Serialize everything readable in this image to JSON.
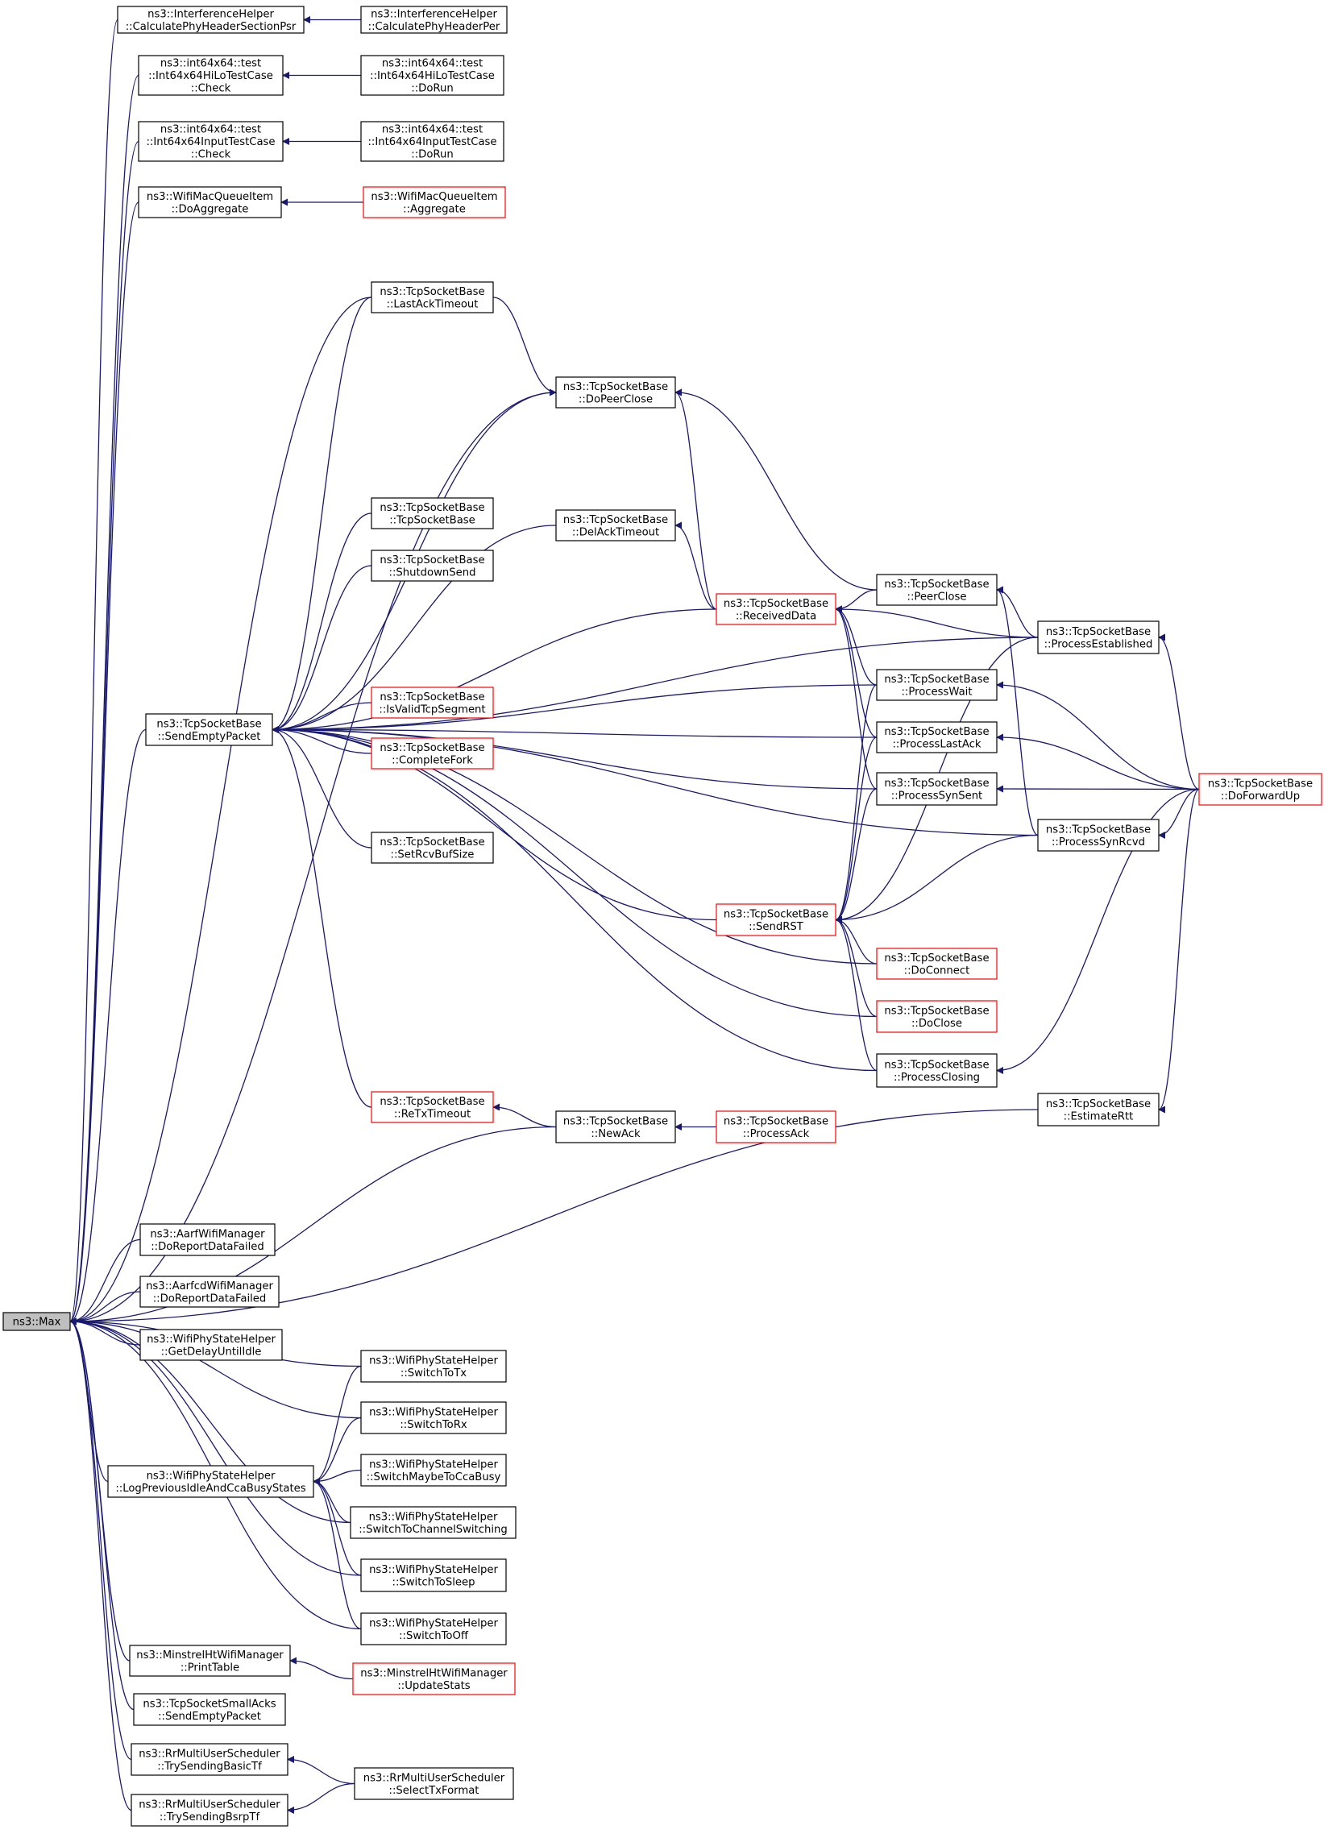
{
  "colors": {
    "edge": "#191970",
    "node_border": "#000000",
    "node_border_truncated": "#ff0000",
    "root_fill": "#bfbfbf",
    "node_fill": "#ffffff"
  },
  "graph": {
    "root": {
      "id": "max",
      "lines": [
        "ns3::Max"
      ],
      "style": "root"
    },
    "nodes": [
      {
        "id": "ih_psr",
        "lines": [
          "ns3::InterferenceHelper",
          "::CalculatePhyHeaderSectionPsr"
        ],
        "style": "normal"
      },
      {
        "id": "ih_per",
        "lines": [
          "ns3::InterferenceHelper",
          "::CalculatePhyHeaderPer"
        ],
        "style": "normal"
      },
      {
        "id": "hilo_check",
        "lines": [
          "ns3::int64x64::test",
          "::Int64x64HiLoTestCase",
          "::Check"
        ],
        "style": "normal"
      },
      {
        "id": "hilo_run",
        "lines": [
          "ns3::int64x64::test",
          "::Int64x64HiLoTestCase",
          "::DoRun"
        ],
        "style": "normal"
      },
      {
        "id": "input_check",
        "lines": [
          "ns3::int64x64::test",
          "::Int64x64InputTestCase",
          "::Check"
        ],
        "style": "normal"
      },
      {
        "id": "input_run",
        "lines": [
          "ns3::int64x64::test",
          "::Int64x64InputTestCase",
          "::DoRun"
        ],
        "style": "normal"
      },
      {
        "id": "wmq_doagg",
        "lines": [
          "ns3::WifiMacQueueItem",
          "::DoAggregate"
        ],
        "style": "normal"
      },
      {
        "id": "wmq_agg",
        "lines": [
          "ns3::WifiMacQueueItem",
          "::Aggregate"
        ],
        "style": "truncated"
      },
      {
        "id": "lastack",
        "lines": [
          "ns3::TcpSocketBase",
          "::LastAckTimeout"
        ],
        "style": "normal"
      },
      {
        "id": "peerclose_do",
        "lines": [
          "ns3::TcpSocketBase",
          "::DoPeerClose"
        ],
        "style": "normal"
      },
      {
        "id": "ctor",
        "lines": [
          "ns3::TcpSocketBase",
          "::TcpSocketBase"
        ],
        "style": "normal"
      },
      {
        "id": "delack",
        "lines": [
          "ns3::TcpSocketBase",
          "::DelAckTimeout"
        ],
        "style": "normal"
      },
      {
        "id": "shutdown",
        "lines": [
          "ns3::TcpSocketBase",
          "::ShutdownSend"
        ],
        "style": "normal"
      },
      {
        "id": "recvdata",
        "lines": [
          "ns3::TcpSocketBase",
          "::ReceivedData"
        ],
        "style": "truncated"
      },
      {
        "id": "peerclose",
        "lines": [
          "ns3::TcpSocketBase",
          "::PeerClose"
        ],
        "style": "normal"
      },
      {
        "id": "procest",
        "lines": [
          "ns3::TcpSocketBase",
          "::ProcessEstablished"
        ],
        "style": "normal"
      },
      {
        "id": "sendempty",
        "lines": [
          "ns3::TcpSocketBase",
          "::SendEmptyPacket"
        ],
        "style": "normal"
      },
      {
        "id": "isvalid",
        "lines": [
          "ns3::TcpSocketBase",
          "::IsValidTcpSegment"
        ],
        "style": "truncated"
      },
      {
        "id": "completefork",
        "lines": [
          "ns3::TcpSocketBase",
          "::CompleteFork"
        ],
        "style": "truncated"
      },
      {
        "id": "procwait",
        "lines": [
          "ns3::TcpSocketBase",
          "::ProcessWait"
        ],
        "style": "normal"
      },
      {
        "id": "proclastack",
        "lines": [
          "ns3::TcpSocketBase",
          "::ProcessLastAck"
        ],
        "style": "normal"
      },
      {
        "id": "procsynsent",
        "lines": [
          "ns3::TcpSocketBase",
          "::ProcessSynSent"
        ],
        "style": "normal"
      },
      {
        "id": "forwardup",
        "lines": [
          "ns3::TcpSocketBase",
          "::DoForwardUp"
        ],
        "style": "truncated"
      },
      {
        "id": "setrcvbuf",
        "lines": [
          "ns3::TcpSocketBase",
          "::SetRcvBufSize"
        ],
        "style": "normal"
      },
      {
        "id": "procsynrcvd",
        "lines": [
          "ns3::TcpSocketBase",
          "::ProcessSynRcvd"
        ],
        "style": "normal"
      },
      {
        "id": "sendrst",
        "lines": [
          "ns3::TcpSocketBase",
          "::SendRST"
        ],
        "style": "truncated"
      },
      {
        "id": "doconnect",
        "lines": [
          "ns3::TcpSocketBase",
          "::DoConnect"
        ],
        "style": "truncated"
      },
      {
        "id": "doclose",
        "lines": [
          "ns3::TcpSocketBase",
          "::DoClose"
        ],
        "style": "truncated"
      },
      {
        "id": "procclosing",
        "lines": [
          "ns3::TcpSocketBase",
          "::ProcessClosing"
        ],
        "style": "normal"
      },
      {
        "id": "retx",
        "lines": [
          "ns3::TcpSocketBase",
          "::ReTxTimeout"
        ],
        "style": "truncated"
      },
      {
        "id": "estrtt",
        "lines": [
          "ns3::TcpSocketBase",
          "::EstimateRtt"
        ],
        "style": "normal"
      },
      {
        "id": "newack",
        "lines": [
          "ns3::TcpSocketBase",
          "::NewAck"
        ],
        "style": "normal"
      },
      {
        "id": "procack",
        "lines": [
          "ns3::TcpSocketBase",
          "::ProcessAck"
        ],
        "style": "truncated"
      },
      {
        "id": "aarf",
        "lines": [
          "ns3::AarfWifiManager",
          "::DoReportDataFailed"
        ],
        "style": "normal"
      },
      {
        "id": "aarfcd",
        "lines": [
          "ns3::AarfcdWifiManager",
          "::DoReportDataFailed"
        ],
        "style": "normal"
      },
      {
        "id": "getdelay",
        "lines": [
          "ns3::WifiPhyStateHelper",
          "::GetDelayUntilIdle"
        ],
        "style": "normal"
      },
      {
        "id": "sw_tx",
        "lines": [
          "ns3::WifiPhyStateHelper",
          "::SwitchToTx"
        ],
        "style": "normal"
      },
      {
        "id": "sw_rx",
        "lines": [
          "ns3::WifiPhyStateHelper",
          "::SwitchToRx"
        ],
        "style": "normal"
      },
      {
        "id": "logprev",
        "lines": [
          "ns3::WifiPhyStateHelper",
          "::LogPreviousIdleAndCcaBusyStates"
        ],
        "style": "normal"
      },
      {
        "id": "sw_cca",
        "lines": [
          "ns3::WifiPhyStateHelper",
          "::SwitchMaybeToCcaBusy"
        ],
        "style": "normal"
      },
      {
        "id": "sw_ch",
        "lines": [
          "ns3::WifiPhyStateHelper",
          "::SwitchToChannelSwitching"
        ],
        "style": "normal"
      },
      {
        "id": "sw_sleep",
        "lines": [
          "ns3::WifiPhyStateHelper",
          "::SwitchToSleep"
        ],
        "style": "normal"
      },
      {
        "id": "sw_off",
        "lines": [
          "ns3::WifiPhyStateHelper",
          "::SwitchToOff"
        ],
        "style": "normal"
      },
      {
        "id": "mht_print",
        "lines": [
          "ns3::MinstrelHtWifiManager",
          "::PrintTable"
        ],
        "style": "normal"
      },
      {
        "id": "mht_update",
        "lines": [
          "ns3::MinstrelHtWifiManager",
          "::UpdateStats"
        ],
        "style": "truncated"
      },
      {
        "id": "small_acks",
        "lines": [
          "ns3::TcpSocketSmallAcks",
          "::SendEmptyPacket"
        ],
        "style": "normal"
      },
      {
        "id": "rr_basic",
        "lines": [
          "ns3::RrMultiUserScheduler",
          "::TrySendingBasicTf"
        ],
        "style": "normal"
      },
      {
        "id": "rr_select",
        "lines": [
          "ns3::RrMultiUserScheduler",
          "::SelectTxFormat"
        ],
        "style": "normal"
      },
      {
        "id": "rr_bsrp",
        "lines": [
          "ns3::RrMultiUserScheduler",
          "::TrySendingBsrpTf"
        ],
        "style": "normal"
      }
    ],
    "edges": [
      [
        "max",
        "ih_psr"
      ],
      [
        "max",
        "hilo_check"
      ],
      [
        "max",
        "input_check"
      ],
      [
        "max",
        "wmq_doagg"
      ],
      [
        "max",
        "peerclose_do"
      ],
      [
        "max",
        "lastack"
      ],
      [
        "max",
        "sendempty"
      ],
      [
        "max",
        "newack"
      ],
      [
        "max",
        "estrtt"
      ],
      [
        "max",
        "aarf"
      ],
      [
        "max",
        "aarfcd"
      ],
      [
        "max",
        "getdelay"
      ],
      [
        "max",
        "sw_tx"
      ],
      [
        "max",
        "sw_rx"
      ],
      [
        "max",
        "logprev"
      ],
      [
        "max",
        "sw_ch"
      ],
      [
        "max",
        "sw_sleep"
      ],
      [
        "max",
        "sw_off"
      ],
      [
        "max",
        "mht_print"
      ],
      [
        "max",
        "small_acks"
      ],
      [
        "max",
        "rr_basic"
      ],
      [
        "max",
        "rr_bsrp"
      ],
      [
        "ih_psr",
        "ih_per"
      ],
      [
        "hilo_check",
        "hilo_run"
      ],
      [
        "input_check",
        "input_run"
      ],
      [
        "wmq_doagg",
        "wmq_agg"
      ],
      [
        "sendempty",
        "lastack"
      ],
      [
        "sendempty",
        "peerclose_do"
      ],
      [
        "sendempty",
        "ctor"
      ],
      [
        "sendempty",
        "delack"
      ],
      [
        "sendempty",
        "shutdown"
      ],
      [
        "sendempty",
        "recvdata"
      ],
      [
        "sendempty",
        "isvalid"
      ],
      [
        "sendempty",
        "completefork"
      ],
      [
        "sendempty",
        "setrcvbuf"
      ],
      [
        "sendempty",
        "retx"
      ],
      [
        "sendempty",
        "procest"
      ],
      [
        "sendempty",
        "procwait"
      ],
      [
        "sendempty",
        "proclastack"
      ],
      [
        "sendempty",
        "procsynsent"
      ],
      [
        "sendempty",
        "procsynrcvd"
      ],
      [
        "sendempty",
        "sendrst"
      ],
      [
        "sendempty",
        "doconnect"
      ],
      [
        "sendempty",
        "doclose"
      ],
      [
        "sendempty",
        "procclosing"
      ],
      [
        "peerclose_do",
        "lastack"
      ],
      [
        "peerclose_do",
        "peerclose"
      ],
      [
        "peerclose_do",
        "recvdata"
      ],
      [
        "delack",
        "recvdata"
      ],
      [
        "recvdata",
        "peerclose"
      ],
      [
        "recvdata",
        "procest"
      ],
      [
        "recvdata",
        "procwait"
      ],
      [
        "recvdata",
        "proclastack"
      ],
      [
        "recvdata",
        "procsynsent"
      ],
      [
        "peerclose",
        "procest"
      ],
      [
        "peerclose",
        "procsynrcvd"
      ],
      [
        "procest",
        "forwardup"
      ],
      [
        "procwait",
        "forwardup"
      ],
      [
        "proclastack",
        "forwardup"
      ],
      [
        "procsynsent",
        "forwardup"
      ],
      [
        "procsynrcvd",
        "forwardup"
      ],
      [
        "procclosing",
        "forwardup"
      ],
      [
        "estrtt",
        "forwardup"
      ],
      [
        "sendrst",
        "procwait"
      ],
      [
        "sendrst",
        "proclastack"
      ],
      [
        "sendrst",
        "procsynsent"
      ],
      [
        "sendrst",
        "procsynrcvd"
      ],
      [
        "sendrst",
        "procest"
      ],
      [
        "sendrst",
        "doconnect"
      ],
      [
        "sendrst",
        "doclose"
      ],
      [
        "sendrst",
        "procclosing"
      ],
      [
        "retx",
        "newack"
      ],
      [
        "newack",
        "procack"
      ],
      [
        "logprev",
        "sw_tx"
      ],
      [
        "logprev",
        "sw_rx"
      ],
      [
        "logprev",
        "sw_cca"
      ],
      [
        "logprev",
        "sw_ch"
      ],
      [
        "logprev",
        "sw_sleep"
      ],
      [
        "logprev",
        "sw_off"
      ],
      [
        "mht_print",
        "mht_update"
      ],
      [
        "rr_basic",
        "rr_select"
      ],
      [
        "rr_bsrp",
        "rr_select"
      ]
    ]
  }
}
